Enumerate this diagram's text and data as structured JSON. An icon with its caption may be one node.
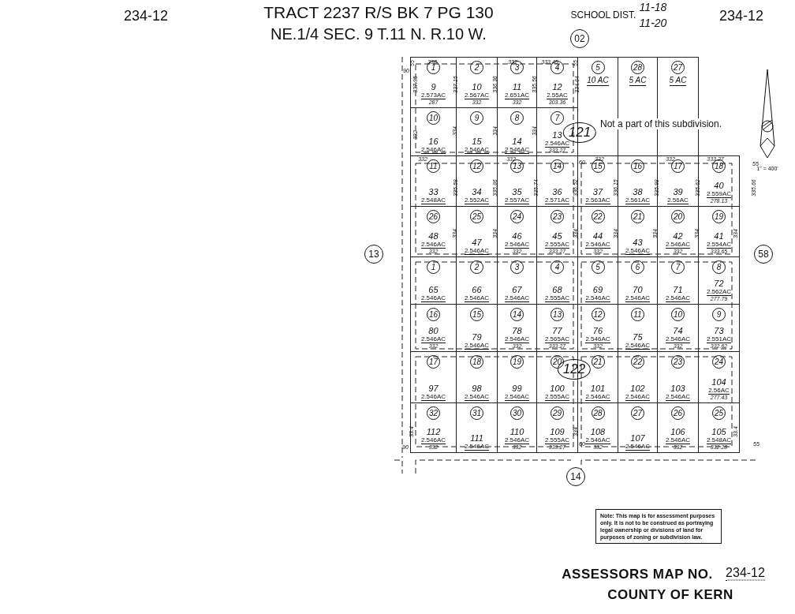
{
  "diagram": {
    "title": "TRACT 2237 R/S BK 7 PG 130",
    "nodes": [
      {
        "text": [
          "1",
          "9",
          "2.573AC",
          "287"
        ]
      },
      {
        "text": [
          "2",
          "10",
          "2.567AC",
          "332"
        ]
      },
      {
        "text": [
          "3",
          "11",
          "2.651AC",
          "332"
        ]
      },
      {
        "text": [
          "4",
          "12",
          "2.55AC",
          "303.36"
        ]
      },
      {
        "text": [
          "5",
          "10 AC"
        ]
      },
      {
        "text": [
          "28",
          "5 AC"
        ]
      },
      {
        "text": [
          "27",
          "5 AC"
        ]
      },
      {
        "text": [
          "10",
          "16",
          "2.546AC"
        ]
      },
      {
        "text": [
          "9",
          "15",
          "2.546AC"
        ]
      },
      {
        "text": [
          "8",
          "14",
          "2.546AC"
        ]
      },
      {
        "text": [
          "7",
          "13",
          "2.546AC",
          "333.27"
        ]
      },
      {
        "text": [
          "11",
          "33",
          "2.548AC"
        ]
      },
      {
        "text": [
          "12",
          "34",
          "2.552AC"
        ]
      },
      {
        "text": [
          "13",
          "35",
          "2.557AC"
        ]
      },
      {
        "text": [
          "14",
          "36",
          "2.571AC"
        ]
      },
      {
        "text": [
          "15",
          "37",
          "2.563AC"
        ]
      },
      {
        "text": [
          "16",
          "38",
          "2.561AC"
        ]
      },
      {
        "text": [
          "17",
          "39",
          "2.56AC"
        ]
      },
      {
        "text": [
          "18",
          "40",
          "2.559AC",
          "278.13"
        ]
      },
      {
        "text": [
          "26",
          "48",
          "2.546AC",
          "332"
        ]
      },
      {
        "text": [
          "25",
          "47",
          "2.546AC"
        ]
      },
      {
        "text": [
          "24",
          "46",
          "2.546AC",
          "332"
        ]
      },
      {
        "text": [
          "23",
          "45",
          "2.555AC",
          "333.27"
        ]
      },
      {
        "text": [
          "22",
          "44",
          "2.546AC",
          "332"
        ]
      },
      {
        "text": [
          "21",
          "43",
          "2.546AC"
        ]
      },
      {
        "text": [
          "20",
          "42",
          "2.546AC",
          "332"
        ]
      },
      {
        "text": [
          "19",
          "41",
          "2.554AC",
          "333.65"
        ]
      },
      {
        "text": [
          "1",
          "65",
          "2.546AC"
        ]
      },
      {
        "text": [
          "2",
          "66",
          "2.546AC"
        ]
      },
      {
        "text": [
          "3",
          "67",
          "2.546AC"
        ]
      },
      {
        "text": [
          "4",
          "68",
          "2.555AC"
        ]
      },
      {
        "text": [
          "5",
          "69",
          "2.546AC"
        ]
      },
      {
        "text": [
          "6",
          "70",
          "2.546AC"
        ]
      },
      {
        "text": [
          "7",
          "71",
          "2.546AC"
        ]
      },
      {
        "text": [
          "8",
          "72",
          "2.562AC",
          "277.79"
        ]
      },
      {
        "text": [
          "16",
          "80",
          "2.546AC",
          "332"
        ]
      },
      {
        "text": [
          "15",
          "79",
          "2.546AC"
        ]
      },
      {
        "text": [
          "14",
          "78",
          "2.546AC",
          "332"
        ]
      },
      {
        "text": [
          "13",
          "77",
          "2.565AC",
          "333.27"
        ]
      },
      {
        "text": [
          "12",
          "76",
          "2.546AC",
          "332"
        ]
      },
      {
        "text": [
          "11",
          "75",
          "2.546AC"
        ]
      },
      {
        "text": [
          "10",
          "74",
          "2.546AC",
          "332"
        ]
      },
      {
        "text": [
          "9",
          "73",
          "2.551AC",
          "332.62"
        ]
      },
      {
        "text": [
          "17",
          "97",
          "2.546AC"
        ]
      },
      {
        "text": [
          "18",
          "98",
          "2.546AC"
        ]
      },
      {
        "text": [
          "19",
          "99",
          "2.546AC"
        ]
      },
      {
        "text": [
          "20",
          "100",
          "2.555AC"
        ]
      },
      {
        "text": [
          "21",
          "101",
          "2.546AC"
        ]
      },
      {
        "text": [
          "22",
          "102",
          "2.546AC"
        ]
      },
      {
        "text": [
          "23",
          "103",
          "2.546AC"
        ]
      },
      {
        "text": [
          "24",
          "104",
          "2.56AC",
          "277.43"
        ]
      },
      {
        "text": [
          "32",
          "112",
          "2.546AC",
          "332"
        ]
      },
      {
        "text": [
          "31",
          "111",
          "2.546AC"
        ]
      },
      {
        "text": [
          "30",
          "110",
          "2.546AC",
          "332"
        ]
      },
      {
        "text": [
          "29",
          "109",
          "2.555AC",
          "333.27"
        ]
      },
      {
        "text": [
          "28",
          "108",
          "2.546AC",
          "332"
        ]
      },
      {
        "text": [
          "27",
          "107",
          "2.546AC"
        ]
      },
      {
        "text": [
          "26",
          "106",
          "2.546AC",
          "332"
        ]
      },
      {
        "text": [
          "25",
          "105",
          "2.548AC",
          "332.28"
        ]
      }
    ],
    "labels": [
      "234-12",
      "NE.1/4 SEC. 9 T.11 N. R.10 W.",
      "SCHOOL DIST.",
      "11-18",
      "11-20",
      "234-12",
      "02",
      "55",
      "338",
      "332",
      "333.45",
      "55",
      "90",
      "337.95",
      "337.15",
      "336.36",
      "335.56",
      "334.64",
      "332",
      "334",
      "334",
      "334",
      "121",
      "Not a part of this subdivision.",
      "332",
      "332",
      "60",
      "332",
      "332",
      "333.27",
      "55",
      "1\" = 400'",
      "335.58",
      "335.86",
      "335.74",
      "336.52",
      "336.15",
      "335.98",
      "335.62",
      "335.66",
      "334",
      "334",
      "334",
      "334",
      "334",
      "334",
      "334",
      "13",
      "58",
      "122",
      "33.4",
      "334",
      "33.4",
      "90",
      "60",
      "55",
      "14",
      "Note: This map is for assessment purposes only. It is not to be construed as portraying legal ownership or divisions of land for purposes of zoning or subdivision law.",
      "ASSESSORS MAP NO.",
      "234-12",
      "COUNTY OF KERN"
    ]
  }
}
